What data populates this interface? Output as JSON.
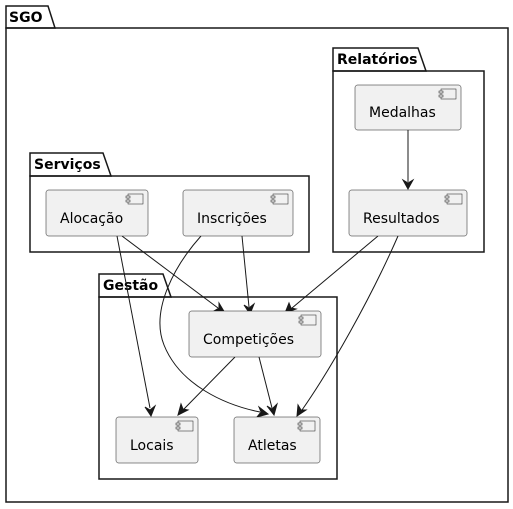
{
  "packages": {
    "sgo": "SGO",
    "relatorios": "Relatórios",
    "servicos": "Serviços",
    "gestao": "Gestão"
  },
  "components": {
    "medalhas": "Medalhas",
    "resultados": "Resultados",
    "alocacao": "Alocação",
    "inscricoes": "Inscrições",
    "competicoes": "Competições",
    "locais": "Locais",
    "atletas": "Atletas"
  },
  "edges": [
    {
      "from": "medalhas",
      "to": "resultados"
    },
    {
      "from": "resultados",
      "to": "competicoes"
    },
    {
      "from": "resultados",
      "to": "atletas"
    },
    {
      "from": "alocacao",
      "to": "competicoes"
    },
    {
      "from": "alocacao",
      "to": "locais"
    },
    {
      "from": "inscricoes",
      "to": "competicoes"
    },
    {
      "from": "inscricoes",
      "to": "atletas"
    },
    {
      "from": "competicoes",
      "to": "locais"
    },
    {
      "from": "competicoes",
      "to": "atletas"
    }
  ]
}
